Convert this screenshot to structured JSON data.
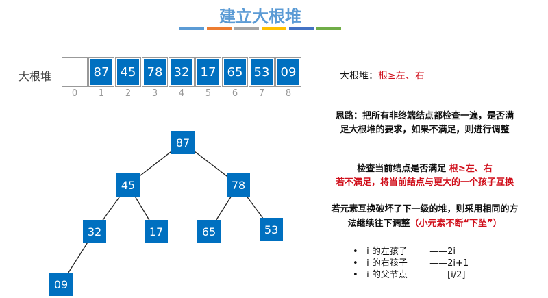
{
  "title": "建立大根堆",
  "colors": {
    "node": "#0070c0",
    "title": "#5b9bd5",
    "accent": "#d0101c",
    "bars": [
      "#5b9bd5",
      "#ed7d31",
      "#a5a5a5",
      "#ffc000",
      "#4472c4",
      "#70ad47"
    ]
  },
  "array": {
    "label": "大根堆",
    "values": [
      "",
      "87",
      "45",
      "78",
      "32",
      "17",
      "65",
      "53",
      "09"
    ],
    "indices": [
      "0",
      "1",
      "2",
      "3",
      "4",
      "5",
      "6",
      "7",
      "8"
    ]
  },
  "tree": {
    "nodes": [
      "87",
      "45",
      "78",
      "32",
      "17",
      "65",
      "53",
      "09"
    ]
  },
  "rule": {
    "prefix": "大根堆：",
    "condition": "根≥左、右"
  },
  "idea": {
    "line1": "思路：把所有非终端结点都检查一遍，是否满",
    "line2": "足大根堆的要求，如果不满足，则进行调整"
  },
  "check": {
    "prefix": "检查当前结点是否满足 ",
    "condition": "根≥左、右",
    "line2": "若不满足，将当前结点与更大的一个孩子互换"
  },
  "sink": {
    "line1": "若元素互换破坏了下一级的堆，则采用相同的方",
    "line2_prefix": "法继续往下调整",
    "line2_red": "（小元素不断“下坠”）"
  },
  "bullets": [
    {
      "label": "i 的左孩子",
      "value": "——2i"
    },
    {
      "label": "i 的右孩子",
      "value": "——2i+1"
    },
    {
      "label": "i 的父节点",
      "value": "——⌊i/2⌋"
    }
  ]
}
